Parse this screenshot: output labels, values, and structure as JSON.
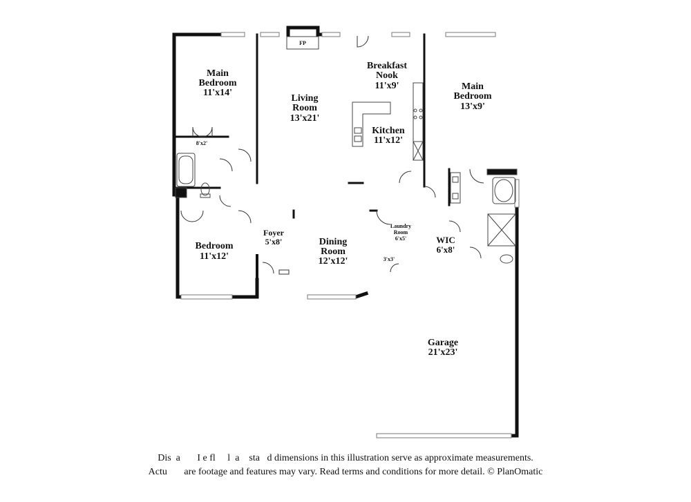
{
  "rooms": {
    "main_bedroom_left": {
      "name_line1": "Main",
      "name_line2": "Bedroom",
      "size": "11'x14'"
    },
    "closet_left": {
      "size": "8'x2'"
    },
    "bedroom": {
      "name": "Bedroom",
      "size": "11'x12'"
    },
    "fireplace": {
      "label": "FP"
    },
    "living_room": {
      "name_line1": "Living",
      "name_line2": "Room",
      "size": "13'x21'"
    },
    "breakfast_nook": {
      "name_line1": "Breakfast",
      "name_line2": "Nook",
      "size": "11'x9'"
    },
    "kitchen": {
      "name": "Kitchen",
      "size": "11'x12'"
    },
    "main_bedroom_right": {
      "name_line1": "Main",
      "name_line2": "Bedroom",
      "size": "13'x9'"
    },
    "foyer": {
      "name": "Foyer",
      "size": "5'x8'"
    },
    "dining_room": {
      "name_line1": "Dining",
      "name_line2": "Room",
      "size": "12'x12'"
    },
    "laundry_room": {
      "name_line1": "Laundry",
      "name_line2": "Room",
      "size": "6'x5'"
    },
    "small_closet": {
      "size": "3'x3'"
    },
    "wic": {
      "name": "WIC",
      "size": "6'x8'"
    },
    "garage": {
      "name": "Garage",
      "size": "21'x23'"
    }
  },
  "disclaimer": {
    "line1": "Dis  a       I e fl     l  a    sta   d dimensions in this illustration serve as approximate measurements.",
    "line2": "Actu       are footage and features may vary. Read terms and conditions for more detail. © PlanOmatic"
  }
}
